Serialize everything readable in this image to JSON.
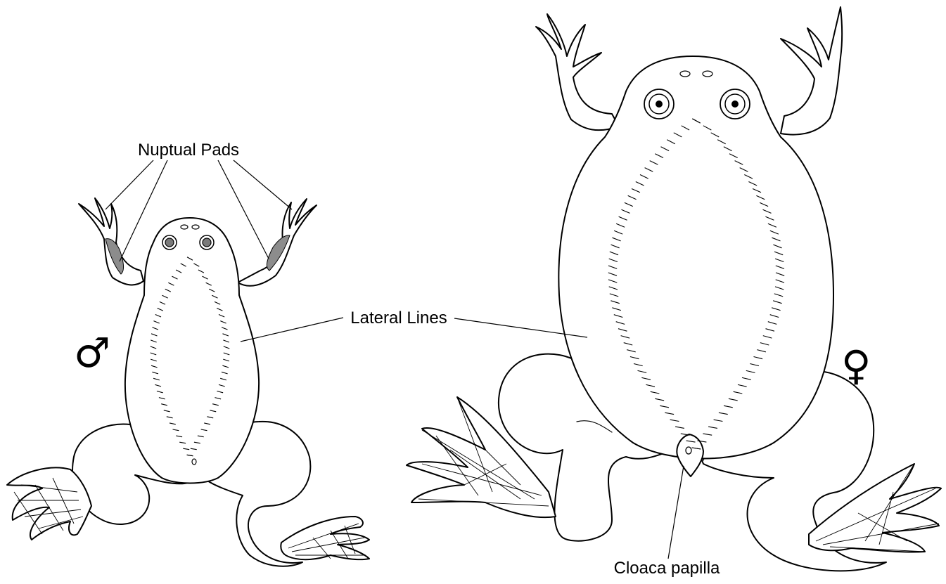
{
  "labels": {
    "nuptual_pads": "Nuptual Pads",
    "lateral_lines": "Lateral Lines",
    "cloaca_papilla": "Cloaca papilla",
    "male_symbol": "♂",
    "female_symbol": "♀"
  },
  "colors": {
    "outline": "#000000",
    "fill": "#ffffff",
    "nuptial_pad": "#8c8c8c",
    "eye_ring": "#7a7a7a"
  }
}
